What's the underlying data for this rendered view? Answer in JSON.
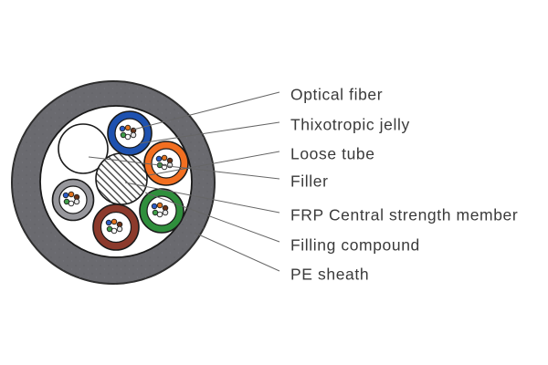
{
  "figure": {
    "type": "diagram",
    "subject": "fiber-optic-cable-cross-section",
    "callouts": [
      {
        "label": "Optical fiber"
      },
      {
        "label": "Thixotropic jelly"
      },
      {
        "label": "Loose tube"
      },
      {
        "label": "Filler"
      },
      {
        "label": "FRP Central strength member"
      },
      {
        "label": "Filling compound"
      },
      {
        "label": "PE sheath"
      }
    ],
    "tubes": [
      {
        "name": "loose-tube-blue"
      },
      {
        "name": "loose-tube-orange"
      },
      {
        "name": "loose-tube-green"
      },
      {
        "name": "loose-tube-brown"
      },
      {
        "name": "loose-tube-gray"
      }
    ],
    "colors": {
      "pe_sheath": "#6a6a6f",
      "sheath_outline": "#2e2e2e",
      "inner_outline": "#1a1a1a",
      "tube_blue": "#1e52b0",
      "tube_orange": "#f26f21",
      "tube_green": "#2f8f3c",
      "tube_brown": "#8c3a2c",
      "tube_gray": "#97979c",
      "filler_white": "#ffffff",
      "hatch_line": "#333333",
      "label_text": "#3a3a3a",
      "leader_line": "#666666",
      "fiber_dots": [
        "#2a5bc8",
        "#e2731d",
        "#6b3317",
        "#3f9e49",
        "#ffffff",
        "#e6e6e6"
      ]
    }
  }
}
